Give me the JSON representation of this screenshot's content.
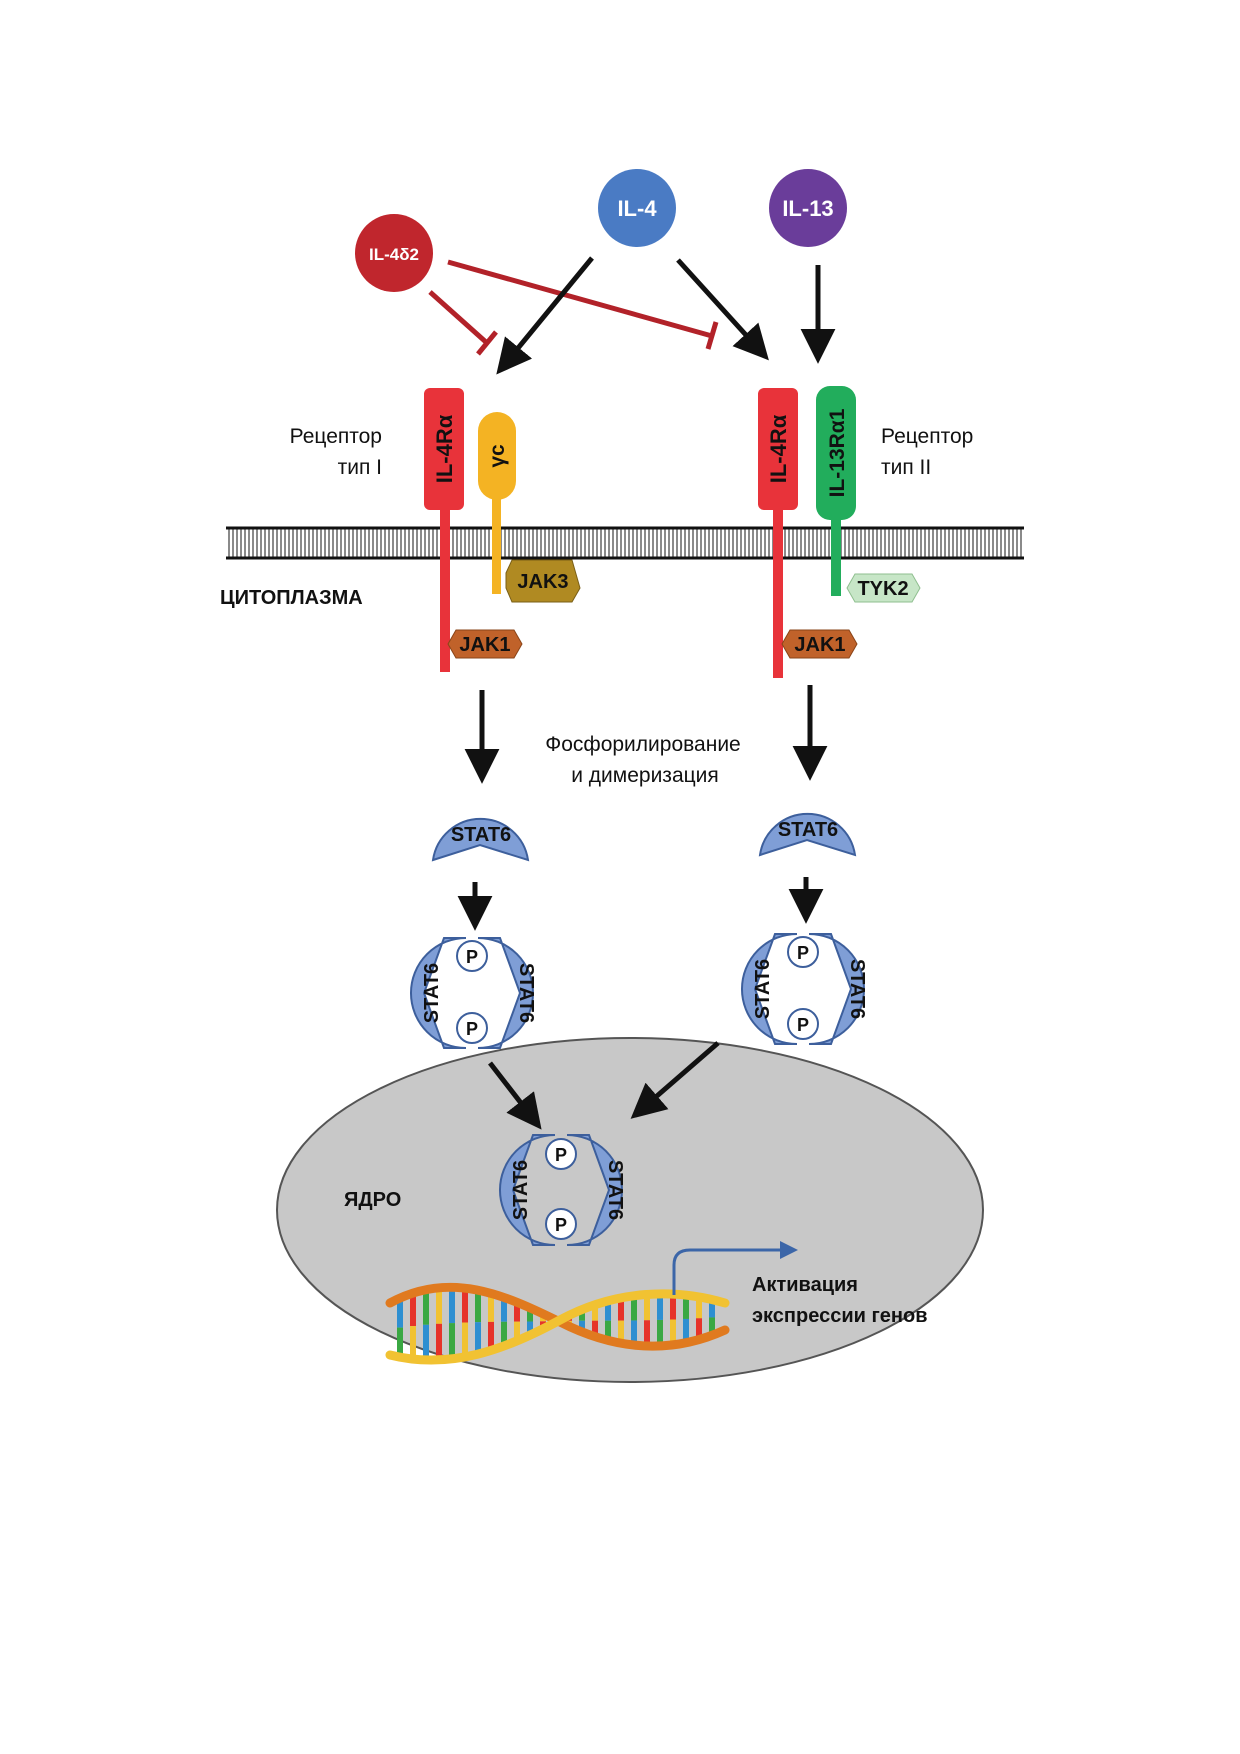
{
  "ligands": {
    "il4": "IL-4",
    "il13": "IL-13",
    "il4d2": "IL-4δ2"
  },
  "receptor_type1": {
    "label_line1": "Рецептор",
    "label_line2": "тип I",
    "chain_alpha": "IL-4Rα",
    "chain_gamma": "γc",
    "kinase_gamma": "JAK3",
    "kinase_alpha": "JAK1"
  },
  "receptor_type2": {
    "label_line1": "Рецептор",
    "label_line2": "тип II",
    "chain_alpha": "IL-4Rα",
    "chain_13": "IL-13Rα1",
    "kinase_13": "TYK2",
    "kinase_alpha": "JAK1"
  },
  "compartments": {
    "cytoplasm": "ЦИТОПЛАЗМА",
    "nucleus": "ЯДРО"
  },
  "process": {
    "line1": "Фосфорилирование",
    "line2": "и димеризация"
  },
  "stat": {
    "name": "STAT6",
    "phospho": "P"
  },
  "gene": {
    "line1": "Активация",
    "line2": "экспрессии генов"
  },
  "colors": {
    "il4": "#4a7bc4",
    "il13": "#6a3d9a",
    "il4d2": "#c0262d",
    "receptor_alpha": "#e8333a",
    "gamma_chain": "#f4b323",
    "il13_chain": "#22ad5c",
    "jak3": "#b08a22",
    "jak1": "#c0622a",
    "tyk2": "#c7e6c7",
    "stat6": "#7f9ed6",
    "nucleus": "#c8c8c8",
    "inhibition": "#b22229"
  }
}
